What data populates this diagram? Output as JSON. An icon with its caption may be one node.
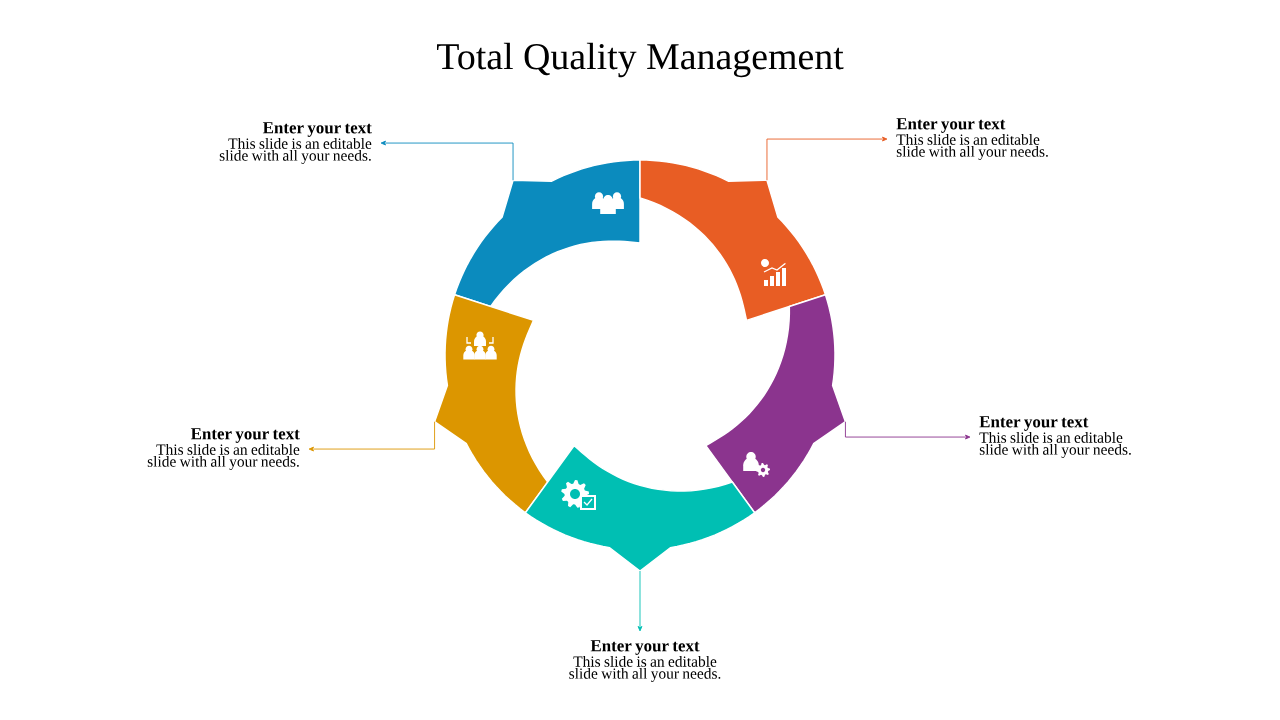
{
  "diagram": {
    "title": "Total Quality Management",
    "nodes": [
      {
        "text": [
          "Enter your text",
          "This slide is an editable slide with all your needs."
        ]
      },
      {
        "text": [
          "Enter your text",
          "This slide is an editable slide with all your needs."
        ]
      },
      {
        "text": [
          "Enter your text",
          "This slide is an editable slide with all your needs."
        ]
      },
      {
        "text": [
          "Enter your text",
          "This slide is an editable slide with all your needs."
        ]
      },
      {
        "text": [
          "Enter your text",
          "This slide is an editable slide with all your needs."
        ]
      },
      {
        "text": [],
        "shape": "arc"
      },
      {
        "text": [],
        "shape": "arc"
      },
      {
        "text": [],
        "shape": "arc"
      },
      {
        "text": [],
        "shape": "arc"
      },
      {
        "text": [],
        "shape": "arc"
      }
    ],
    "edges": [
      {
        "from": 5,
        "to": 0,
        "arrow": "to",
        "color": "#0b8bbe"
      },
      {
        "from": 6,
        "to": 1,
        "arrow": "to",
        "color": "#e85d24"
      },
      {
        "from": 8,
        "to": 2,
        "arrow": "to",
        "color": "#8b348e"
      },
      {
        "from": 7,
        "to": 3,
        "arrow": "to",
        "color": "#dc9600"
      },
      {
        "from": 9,
        "to": 4,
        "arrow": "to",
        "color": "#00bfb3"
      }
    ]
  }
}
